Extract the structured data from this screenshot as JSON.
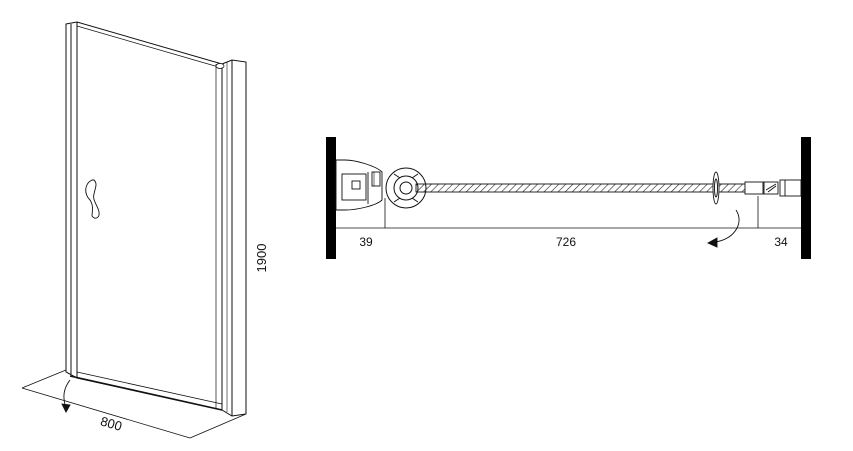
{
  "door_view": {
    "height_label": "1900",
    "width_label": "800"
  },
  "plan_view": {
    "left_dim": "39",
    "center_dim": "726",
    "right_dim": "34"
  },
  "colors": {
    "line": "#111111",
    "wall": "#000000",
    "background": "#ffffff"
  }
}
